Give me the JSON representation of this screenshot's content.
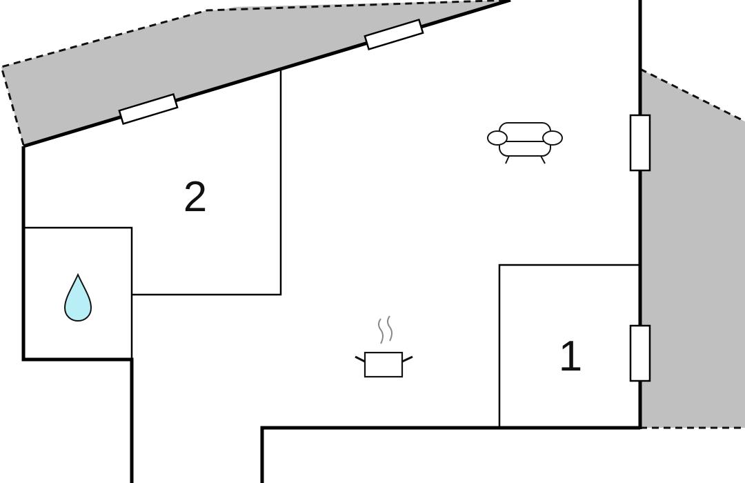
{
  "floor_plan": {
    "rooms": [
      {
        "label": "2",
        "kind": "bedroom"
      },
      {
        "label": "1",
        "kind": "bedroom"
      }
    ],
    "icons": [
      {
        "name": "sofa-icon",
        "meaning": "living room"
      },
      {
        "name": "cooking-pot-icon",
        "meaning": "kitchen"
      },
      {
        "name": "water-drop-icon",
        "meaning": "bathroom"
      }
    ],
    "colors": {
      "wall": "#000000",
      "exterior_area": "#c0c0c0",
      "water_drop": "#b8eef5",
      "background": "#ffffff"
    }
  }
}
